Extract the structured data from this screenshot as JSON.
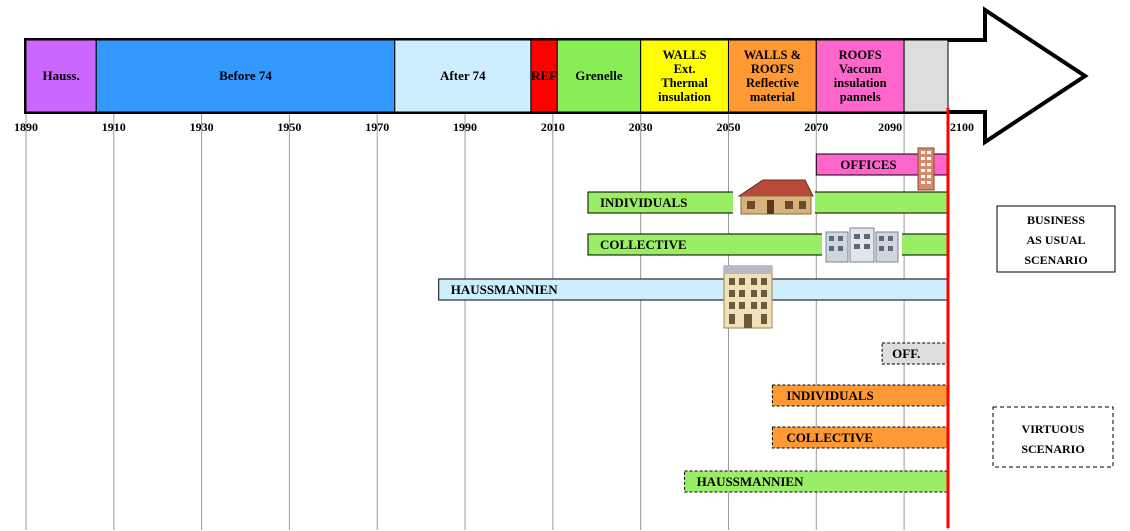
{
  "axis": {
    "start_year": 1890,
    "end_year": 2100,
    "tick_labels": [
      "1890",
      "1910",
      "1930",
      "1950",
      "1970",
      "1990",
      "2010",
      "2030",
      "2050",
      "2070",
      "2090",
      "2100"
    ],
    "end_marker_year": 2100,
    "end_marker_color": "#ff0000"
  },
  "periods": [
    {
      "label": [
        "Hauss."
      ],
      "from": 1890,
      "to": 1906,
      "color": "#cc66ff"
    },
    {
      "label": [
        "Before 74"
      ],
      "from": 1906,
      "to": 1974,
      "color": "#3399ff"
    },
    {
      "label": [
        "After 74"
      ],
      "from": 1974,
      "to": 2005,
      "color": "#cceeff"
    },
    {
      "label": [
        "REF"
      ],
      "from": 2005,
      "to": 2011,
      "color": "#ff0000"
    },
    {
      "label": [
        "Grenelle"
      ],
      "from": 2011,
      "to": 2030,
      "color": "#88ee55"
    },
    {
      "label": [
        "WALLS",
        "Ext.",
        "Thermal",
        "insulation"
      ],
      "from": 2030,
      "to": 2050,
      "color": "#ffff00"
    },
    {
      "label": [
        "WALLS &",
        "ROOFS",
        "Reflective",
        "material"
      ],
      "from": 2050,
      "to": 2070,
      "color": "#ff9933"
    },
    {
      "label": [
        "ROOFS",
        "Vaccum",
        "insulation",
        "pannels"
      ],
      "from": 2070,
      "to": 2090,
      "color": "#ff66cc"
    },
    {
      "label": [],
      "from": 2090,
      "to": 2100,
      "color": "#dddddd"
    }
  ],
  "business_as_usual": {
    "label": [
      "BUSINESS",
      "AS USUAL",
      "SCENARIO"
    ],
    "bars": [
      {
        "label": "OFFICES",
        "from": 2070,
        "to": 2100,
        "color": "#ff66cc",
        "icon": "office-tower-icon"
      },
      {
        "label": "INDIVIDUALS",
        "from": 2018,
        "to": 2100,
        "color": "#99ee66",
        "icon": "house-icon"
      },
      {
        "label": "COLLECTIVE",
        "from": 2018,
        "to": 2100,
        "color": "#99ee66",
        "icon": "apartment-building-icon"
      },
      {
        "label": "HAUSSMANNIEN",
        "from": 1984,
        "to": 2100,
        "color": "#cceeff",
        "icon": "haussmann-building-icon"
      }
    ]
  },
  "virtuous": {
    "label": [
      "VIRTUOUS",
      "SCENARIO"
    ],
    "bars": [
      {
        "label": "OFF.",
        "from": 2085,
        "to": 2100,
        "color": "#dddddd"
      },
      {
        "label": "INDIVIDUALS",
        "from": 2060,
        "to": 2100,
        "color": "#ff9933"
      },
      {
        "label": "COLLECTIVE",
        "from": 2060,
        "to": 2100,
        "color": "#ff9933"
      },
      {
        "label": "HAUSSMANNIEN",
        "from": 2040,
        "to": 2100,
        "color": "#99ee66"
      }
    ]
  }
}
